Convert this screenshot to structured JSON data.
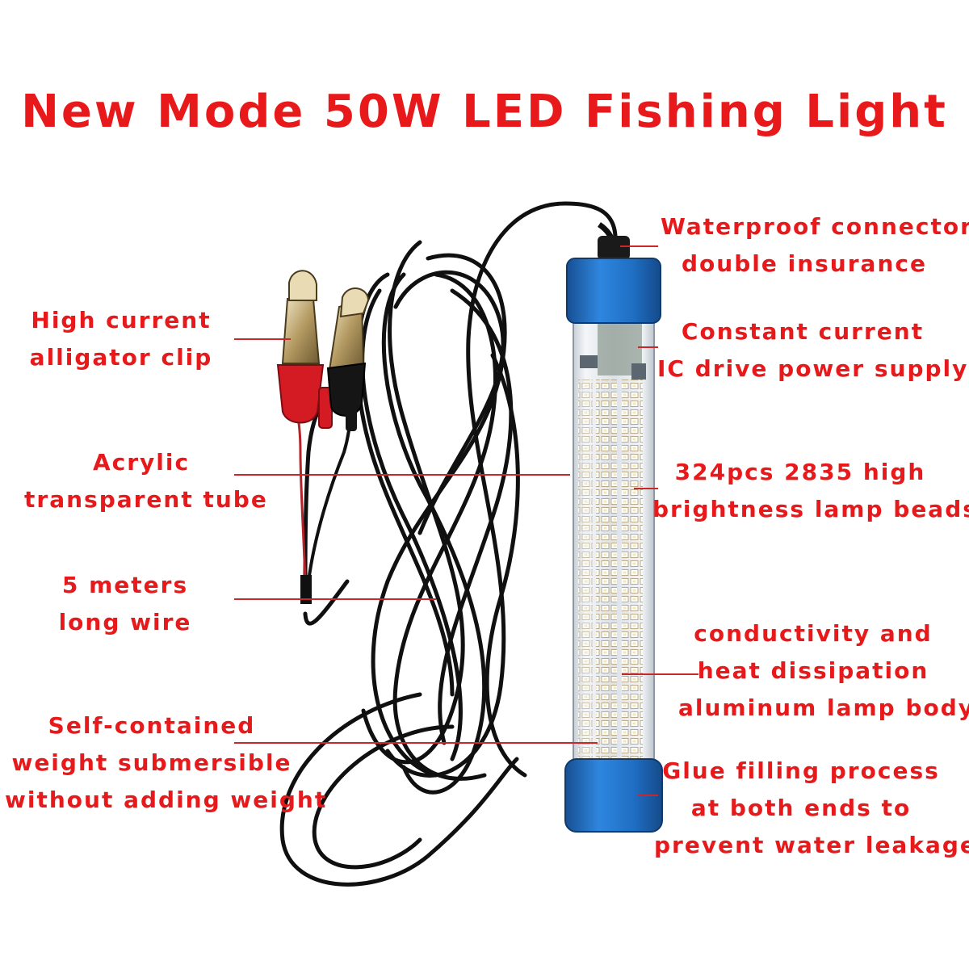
{
  "title": "New Mode 50W LED Fishing Light",
  "colors": {
    "text": "#e8191b",
    "leader_line": "#c8282a",
    "cap_blue": "#1f6fc4",
    "cable": "#101010",
    "clip_red": "#d41a22"
  },
  "callouts": {
    "waterproof_connector": [
      "Waterproof connector",
      "double insurance"
    ],
    "constant_current": [
      "Constant current",
      "IC drive power supply"
    ],
    "lamp_beads": [
      "324pcs 2835 high",
      "brightness lamp beads"
    ],
    "aluminum_body": [
      "conductivity and",
      "heat dissipation",
      "aluminum lamp body"
    ],
    "glue_filling": [
      "Glue filling process",
      "at both ends to",
      "prevent water leakage"
    ],
    "alligator_clip": [
      "High current",
      "alligator clip"
    ],
    "acrylic_tube": [
      "Acrylic",
      "transparent tube"
    ],
    "long_wire": [
      "5 meters",
      "long wire"
    ],
    "self_contained_weight": [
      "Self-contained",
      "weight submersible",
      "without adding weight"
    ]
  }
}
